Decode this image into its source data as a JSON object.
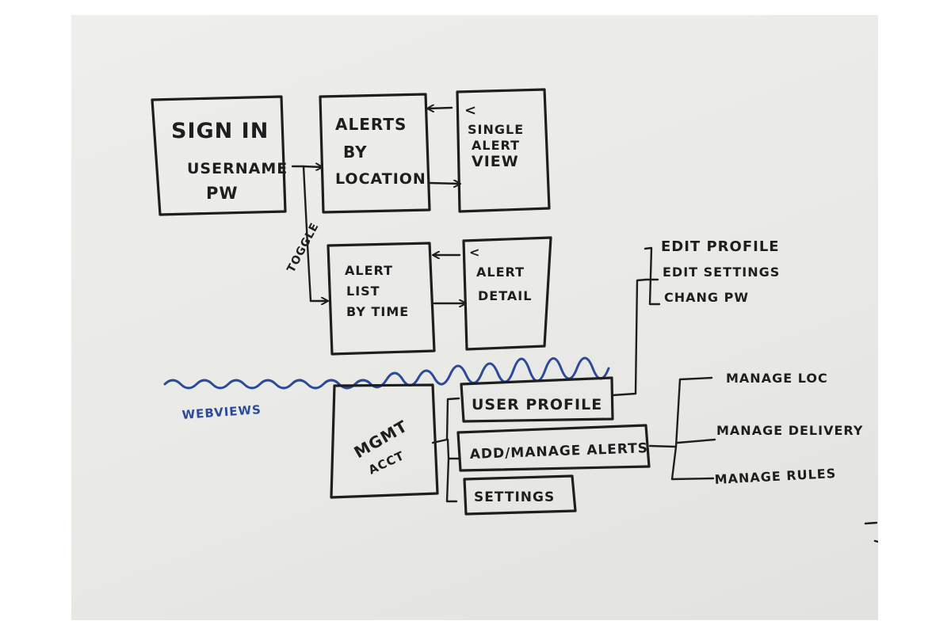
{
  "screens": {
    "sign_in": {
      "title": "SIGN IN",
      "line1": "USERNAME",
      "line2": "PW"
    },
    "alerts_by_location": {
      "line1": "ALERTS",
      "line2": "BY",
      "line3": "LOCATION"
    },
    "single_alert_view": {
      "back": "<",
      "line1": "SINGLE",
      "line2": "ALERT",
      "line3": "VIEW"
    },
    "alert_list_by_time": {
      "line1": "ALERT",
      "line2": "LIST",
      "line3": "BY TIME"
    },
    "alert_detail": {
      "back": "<",
      "line1": "ALERT",
      "line2": "DETAIL"
    }
  },
  "toggle_label": "TOGGLE",
  "divider_label": "WEBVIEWS",
  "mgmt": {
    "line1": "MGMT",
    "line2": "ACCT"
  },
  "menu": {
    "user_profile": "USER PROFILE",
    "add_manage_alerts": "ADD/MANAGE ALERTS",
    "settings": "SETTINGS"
  },
  "profile_options": [
    "EDIT PROFILE",
    "EDIT SETTINGS",
    "CHANG PW"
  ],
  "alert_options": [
    "MANAGE LOC",
    "MANAGE DELIVERY",
    "MANAGE RULES"
  ],
  "colors": {
    "board": "#e9e9e6",
    "ink": "#1e1e1e",
    "blue_marker": "#2c4a9a"
  }
}
